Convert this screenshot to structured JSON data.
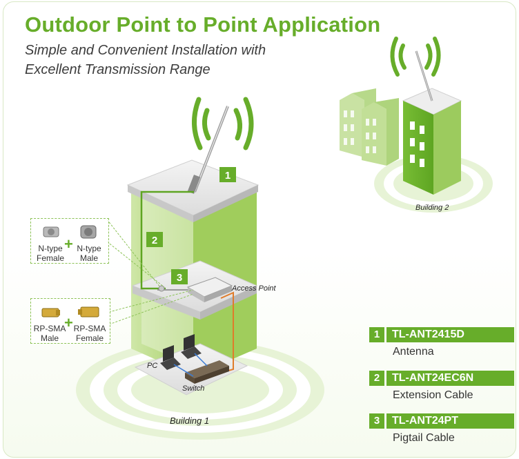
{
  "title": "Outdoor Point to Point Application",
  "subtitle_line1": "Simple and Convenient Installation with",
  "subtitle_line2": "Excellent Transmission Range",
  "labels": {
    "building1": "Building 1",
    "building2": "Building 2",
    "access_point": "Access Point",
    "pc": "PC",
    "switch": "Switch",
    "marker1": "1",
    "marker2": "2",
    "marker3": "3"
  },
  "connectors_top": {
    "left_line1": "N-type",
    "left_line2": "Female",
    "right_line1": "N-type",
    "right_line2": "Male",
    "plus": "+"
  },
  "connectors_bottom": {
    "left_line1": "RP-SMA",
    "left_line2": "Male",
    "right_line1": "RP-SMA",
    "right_line2": "Female",
    "plus": "+"
  },
  "legend": [
    {
      "num": "1",
      "model": "TL-ANT2415D",
      "desc": "Antenna"
    },
    {
      "num": "2",
      "model": "TL-ANT24EC6N",
      "desc": "Extension Cable"
    },
    {
      "num": "3",
      "model": "TL-ANT24PT",
      "desc": "Pigtail Cable"
    }
  ],
  "colors": {
    "brand_green": "#67ad2a",
    "light_green": "#a9d36b",
    "pale_green": "#d9ecc0",
    "cable_orange": "#e07b2a"
  }
}
